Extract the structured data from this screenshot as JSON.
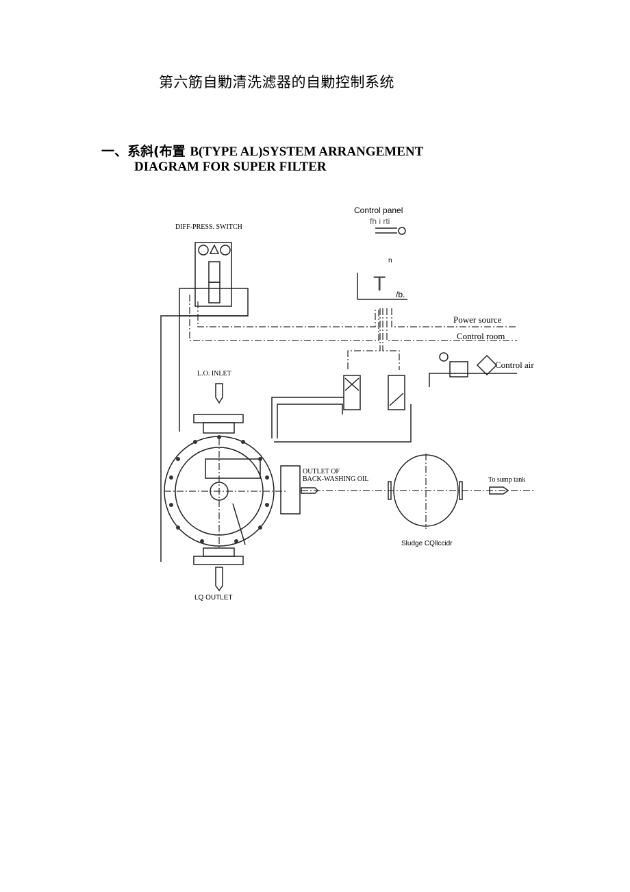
{
  "document": {
    "title": "第六筋自勦清洗滤器的自勦控制系统",
    "section_prefix": "一、系斜(布置 ",
    "section_line1": "B(TYPE AL)SYSTEM ARRANGEMENT",
    "section_line2": "DIAGRAM FOR SUPER FILTER"
  },
  "diagram": {
    "labels": {
      "control_panel": "Control panel",
      "control_panel_sub": "fh i rti",
      "panel_n": "n",
      "panel_t": "T",
      "panel_b": "/b.",
      "diff_press_switch": "DIFF-PRESS. SWITCH",
      "power_source": "Power source",
      "control_room": "Control room",
      "control_air": "Control air",
      "lo_inlet": "L.O. INLET",
      "outlet_of": "OUTLET OF",
      "back_washing_oil": "BACK-WASHING OIL",
      "to_sump_tank": "To sump tank",
      "sludge_collector": "Sludge CQllccidr",
      "lq_outlet": "LQ OUTLET"
    }
  }
}
